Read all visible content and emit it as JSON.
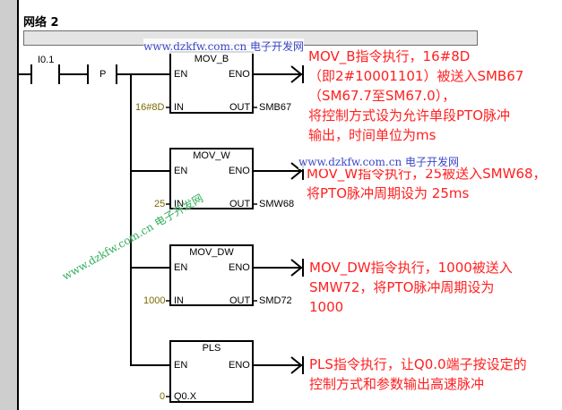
{
  "network": {
    "title": "网络 2",
    "comment": ""
  },
  "contacts": [
    {
      "address": "I0.1",
      "type": "normally-open"
    },
    {
      "label": "P",
      "type": "positive-transition"
    }
  ],
  "blocks": [
    {
      "name": "MOV_B",
      "en": "EN",
      "eno": "ENO",
      "in_pin": "IN",
      "out_pin": "OUT",
      "in_value": "16#8D",
      "out_value": "SMB67"
    },
    {
      "name": "MOV_W",
      "en": "EN",
      "eno": "ENO",
      "in_pin": "IN",
      "out_pin": "OUT",
      "in_value": "25",
      "out_value": "SMW68"
    },
    {
      "name": "MOV_DW",
      "en": "EN",
      "eno": "ENO",
      "in_pin": "IN",
      "out_pin": "OUT",
      "in_value": "1000",
      "out_value": "SMD72"
    },
    {
      "name": "PLS",
      "en": "EN",
      "eno": "ENO",
      "in_pin": "Q0.X",
      "out_pin": "",
      "in_value": "0",
      "out_value": ""
    }
  ],
  "notes": [
    [
      "MOV_B指令执行，16#8D",
      "（即2#10001101）被送入SMB67",
      "（SM67.7至SM67.0），",
      "将控制方式设为允许单段PTO脉冲",
      "输出，时间单位为ms"
    ],
    [
      "MOV_W指令执行，25被送入SMW68，",
      "将PTO脉冲周期设为 25ms"
    ],
    [
      "MOV_DW指令执行，1000被送入",
      "SMW72，将PTO脉冲周期设为",
      "1000"
    ],
    [
      "PLS指令执行，让Q0.0端子按设定的",
      "控制方式和参数输出高速脉冲"
    ]
  ],
  "watermark": {
    "url": "www.dzkfw.com.cn",
    "site": "电子开发网"
  },
  "colors": {
    "note": "#ff2020",
    "operand": "#7a6a00",
    "watermark_blue": "#3a46c8",
    "watermark_green": "#2fae5a"
  }
}
